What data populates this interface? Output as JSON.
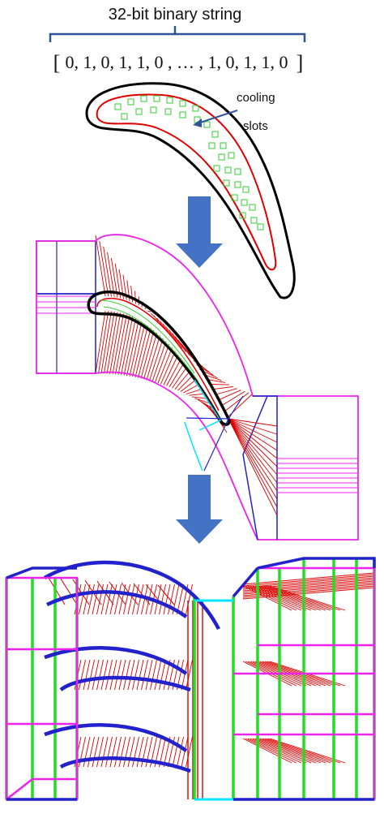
{
  "header": {
    "title": "32-bit binary string",
    "bits_open": "[",
    "bits_close": "]",
    "bits_text": "0, 1, 0, 1, 1, 0 , … , 1, 0, 1, 1, 0"
  },
  "airfoil": {
    "annotation_line1": "cooling",
    "annotation_line2": "slots"
  },
  "colors": {
    "text": "#111111",
    "bracket": "#2f5597",
    "airfoil_outline": "#000000",
    "cooling_boundary": "#e00000",
    "cooling_slot": "#33cc33",
    "arrow": "#4472c4",
    "mesh_block": "#2222cc",
    "mesh_boundary": "#ee22ee",
    "mesh_line": "#dd0000",
    "mesh_edge_cyan": "#00e5ff",
    "mesh_vertical": "#22dd22"
  },
  "icons": [
    "down-arrow-icon",
    "down-arrow-icon"
  ]
}
